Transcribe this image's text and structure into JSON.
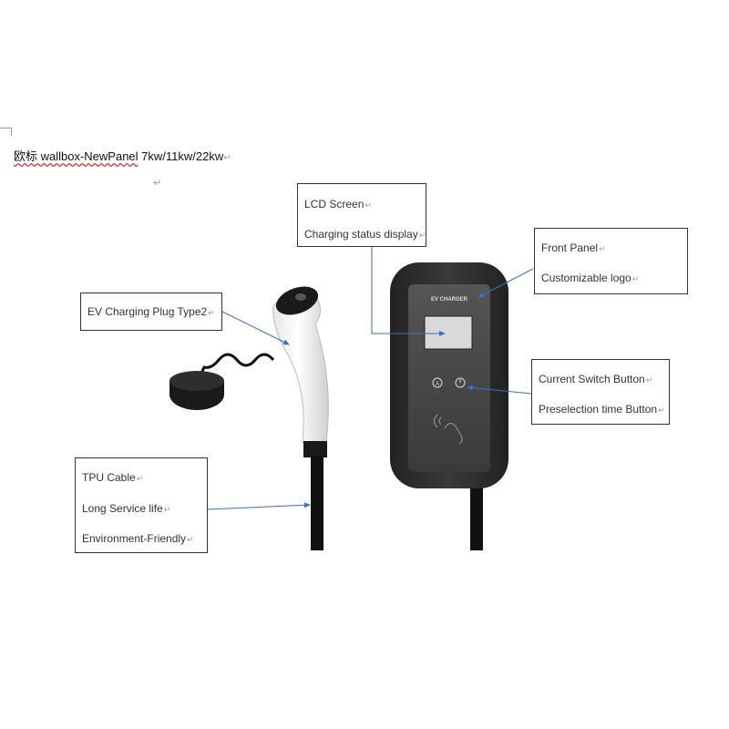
{
  "document": {
    "title_prefix": "欧标 wallbox-NewPanel",
    "title_rest": " 7kw/11kw/22kw",
    "return_mark": "↵"
  },
  "product": {
    "panel_label": "EV CHARGER"
  },
  "callouts": {
    "lcd": {
      "lines": [
        "LCD Screen",
        "Charging status display"
      ]
    },
    "front_panel": {
      "lines": [
        "Front Panel",
        "Customizable logo"
      ]
    },
    "plug": {
      "lines": [
        "EV Charging Plug Type2"
      ]
    },
    "buttons": {
      "lines": [
        "Current Switch Button",
        "Preselection time Button"
      ]
    },
    "cable": {
      "lines": [
        "TPU Cable",
        "Long Service life",
        "Environment-Friendly"
      ]
    }
  },
  "colors": {
    "arrow": "#3a6fc4",
    "charger_body": "#2b2b2b",
    "charger_face": "#4a4a4a",
    "plug_white": "#f2f2f2",
    "plug_black": "#1a1a1a"
  },
  "icons": [
    "return-mark-icon",
    "auto-button-icon",
    "power-button-icon",
    "rfid-card-icon"
  ]
}
